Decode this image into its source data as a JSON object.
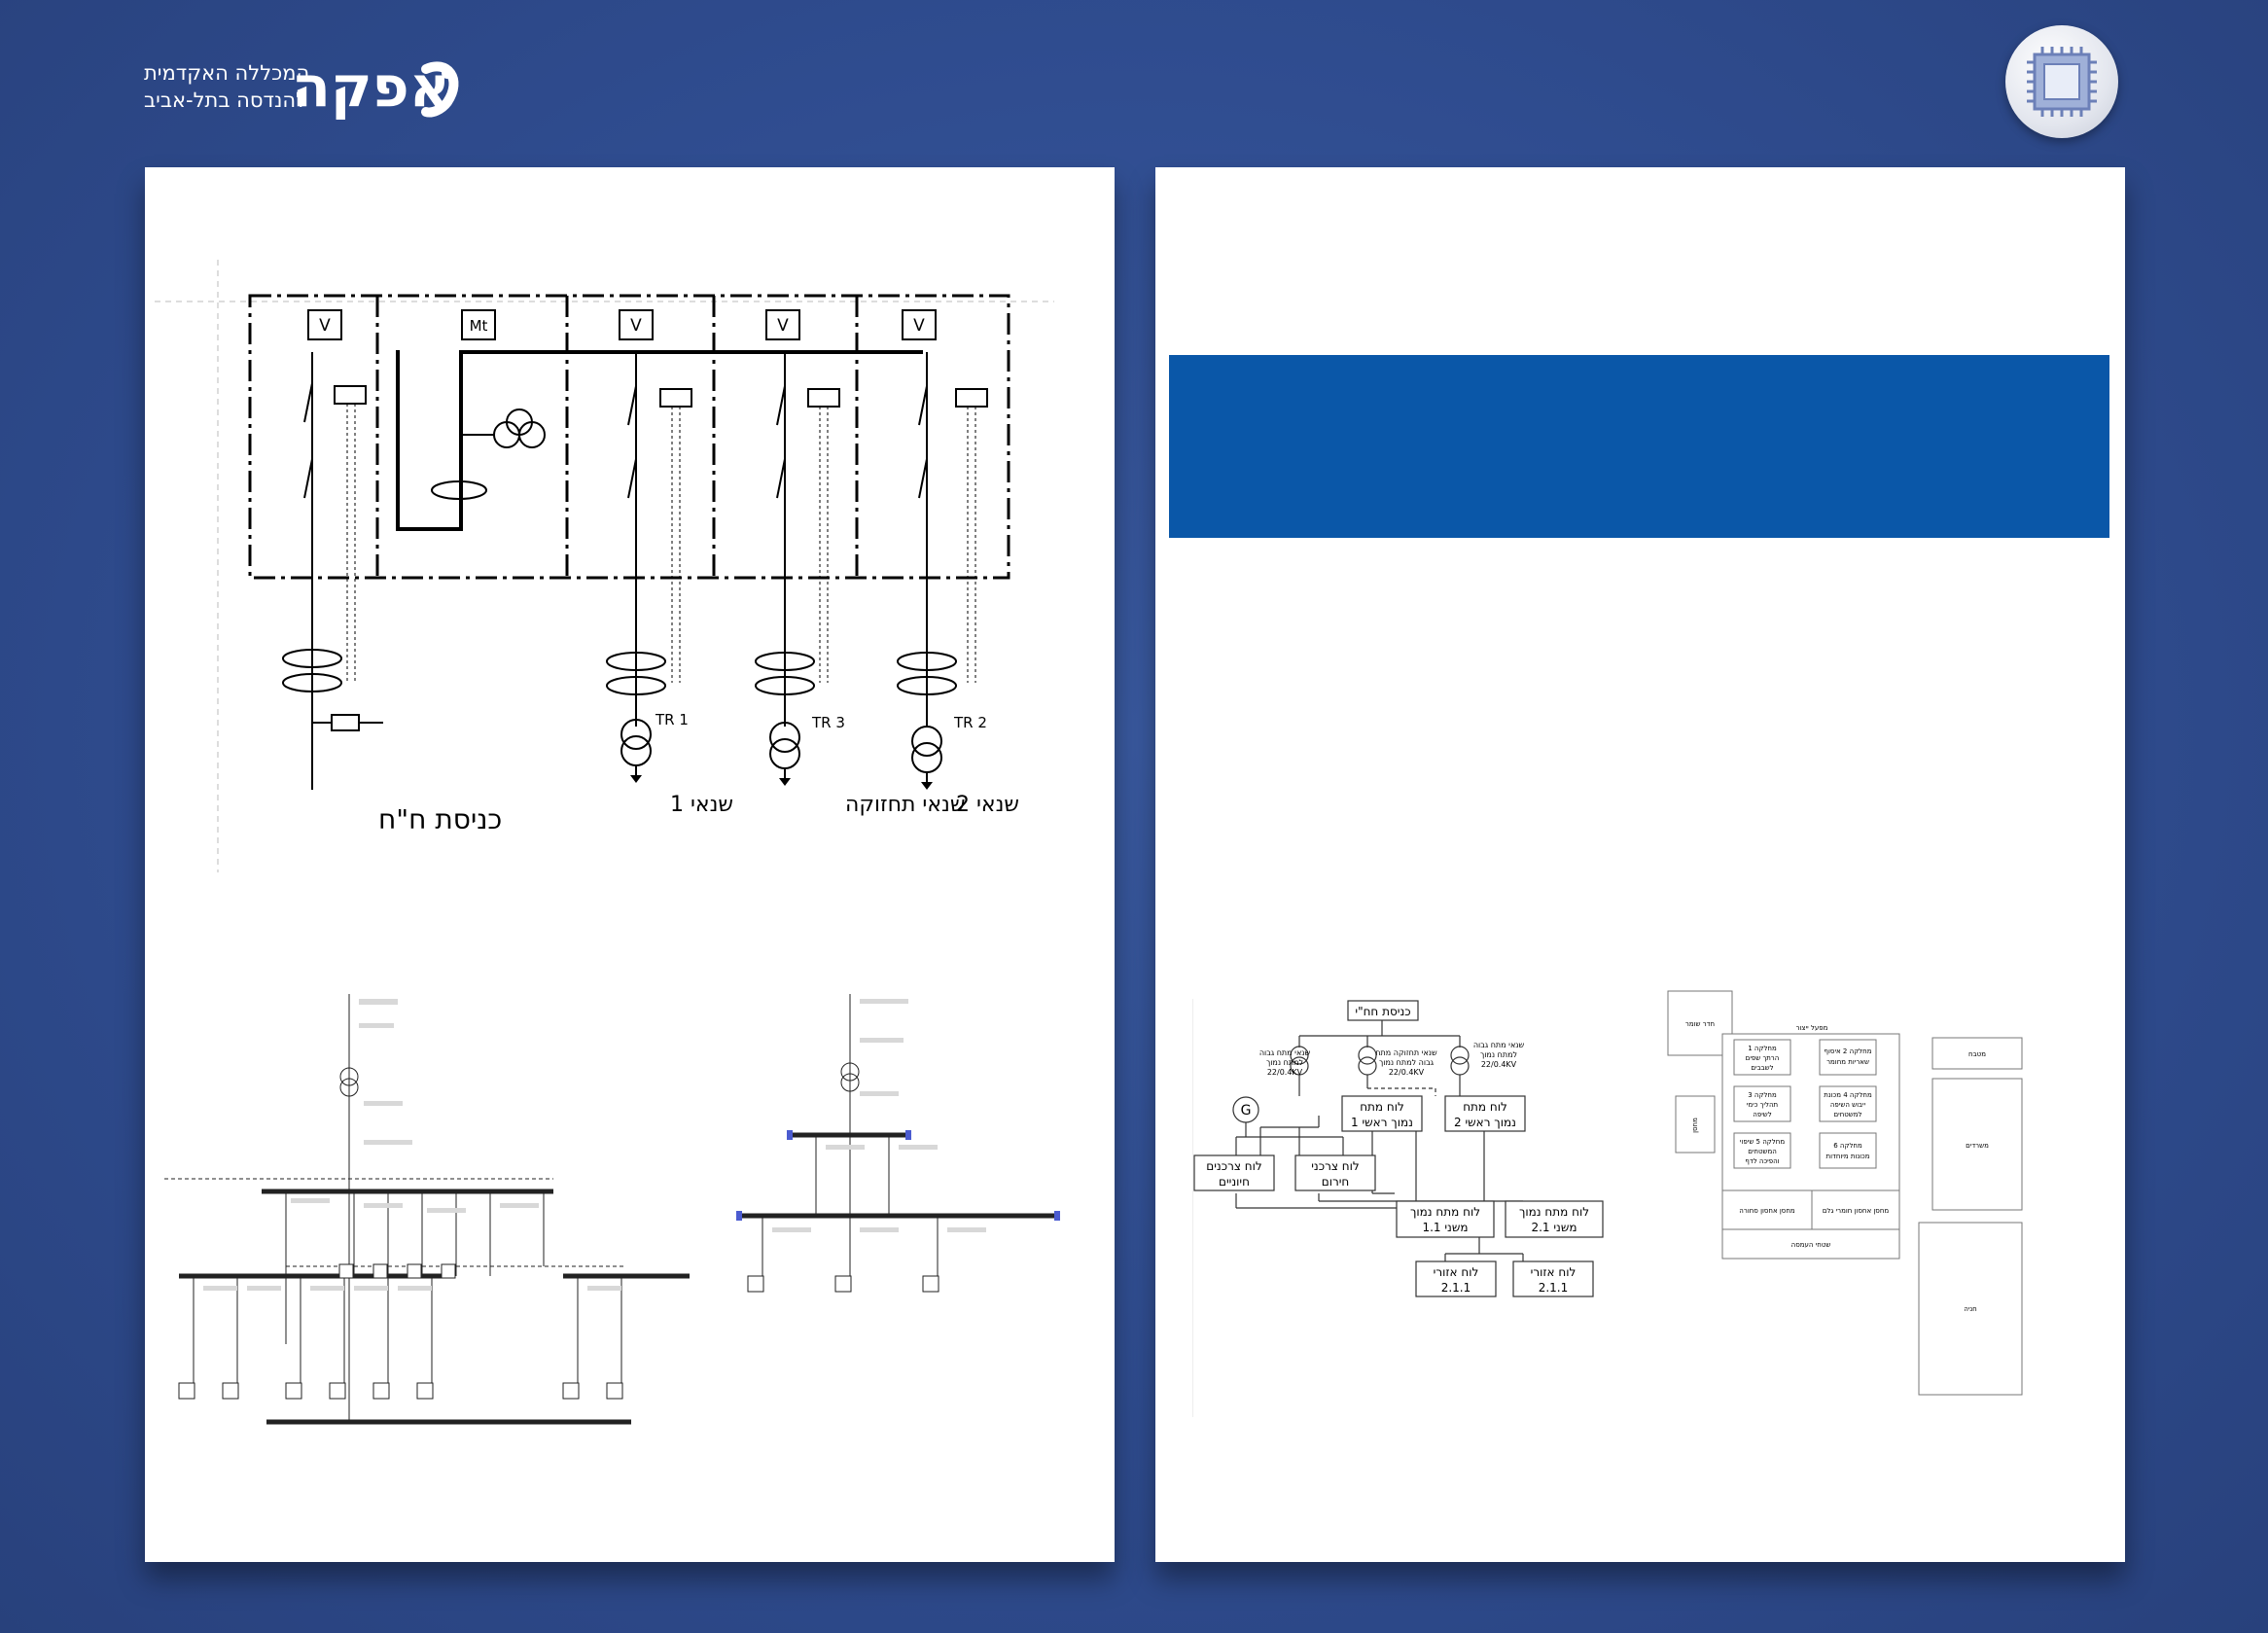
{
  "logo": {
    "name": "אפקה",
    "line1": "המכללה האקדמית",
    "line2": "להנדסה בתל-אביב"
  },
  "colors": {
    "background": "#2f4c8f",
    "blue_bar": "#0a57a8",
    "page": "#ffffff"
  },
  "single_line": {
    "cells": [
      "V",
      "Mt",
      "V",
      "V",
      "V"
    ],
    "transformer_labels": [
      "TR 1",
      "TR 3",
      "TR 2"
    ],
    "captions": {
      "incoming": "כניסת ח\"ח",
      "trafo1": "שנאי 1",
      "maintenance": "שנאי תחזוקה",
      "trafo2": "שנאי 2"
    }
  },
  "hierarchy": {
    "root": "כניסת חח\"י",
    "trafo_a": [
      "שנאי מתח גבוה",
      "למתח נמוך",
      "22/0.4KV"
    ],
    "trafo_m": [
      "שנאי תחזוקה מתח",
      "גבוה למתח נמוך",
      "22/0.4KV"
    ],
    "trafo_b": [
      "שנאי מתח גבוה",
      "למתח נמוך",
      "22/0.4KV"
    ],
    "generator": "G",
    "main1": [
      "לוח מתח",
      "נמוך ראשי 1"
    ],
    "main2": [
      "לוח מתח",
      "נמוך ראשי 2"
    ],
    "vital": [
      "לוח צרכנים",
      "חיוניים"
    ],
    "emergency": [
      "לוח צרכני",
      "חירום"
    ],
    "sec11": [
      "לוח מתח נמוך",
      "משני 1.1"
    ],
    "sec21": [
      "לוח מתח נמוך",
      "משני 2.1"
    ],
    "area1": [
      "לוח אזורי",
      "2.1.1"
    ],
    "area2": [
      "לוח אזורי",
      "2.1.1"
    ]
  },
  "floorplan": {
    "guard": "חדר שומר",
    "storage": "מחסן",
    "plant_title": "מפעל ייצור",
    "depts": [
      [
        "מחלקה 1",
        "הרתך שפים",
        "לשבבים"
      ],
      [
        "מחלקה 2 איסוף",
        "שאריות מחומר"
      ],
      [
        "מחלקה 3",
        "תהליך כימי",
        "לשיפה"
      ],
      [
        "מחלקה 4 מכונת",
        "ייבוש השיפה",
        "למשטחים"
      ],
      [
        "מחלקה 5 שיפוי",
        "המשטחים",
        "והפיכה לדף"
      ],
      [
        "מחלקה 6",
        "מכונות מיוחדות"
      ]
    ],
    "warehouse_raw": "מחסן אחסון סחורה",
    "warehouse_finished": "מחסן אחסון חומרי גלם",
    "loading": "שטחי העמסה",
    "kitchen": "מטבח",
    "offices": "משרדים",
    "parking": "חניה"
  }
}
